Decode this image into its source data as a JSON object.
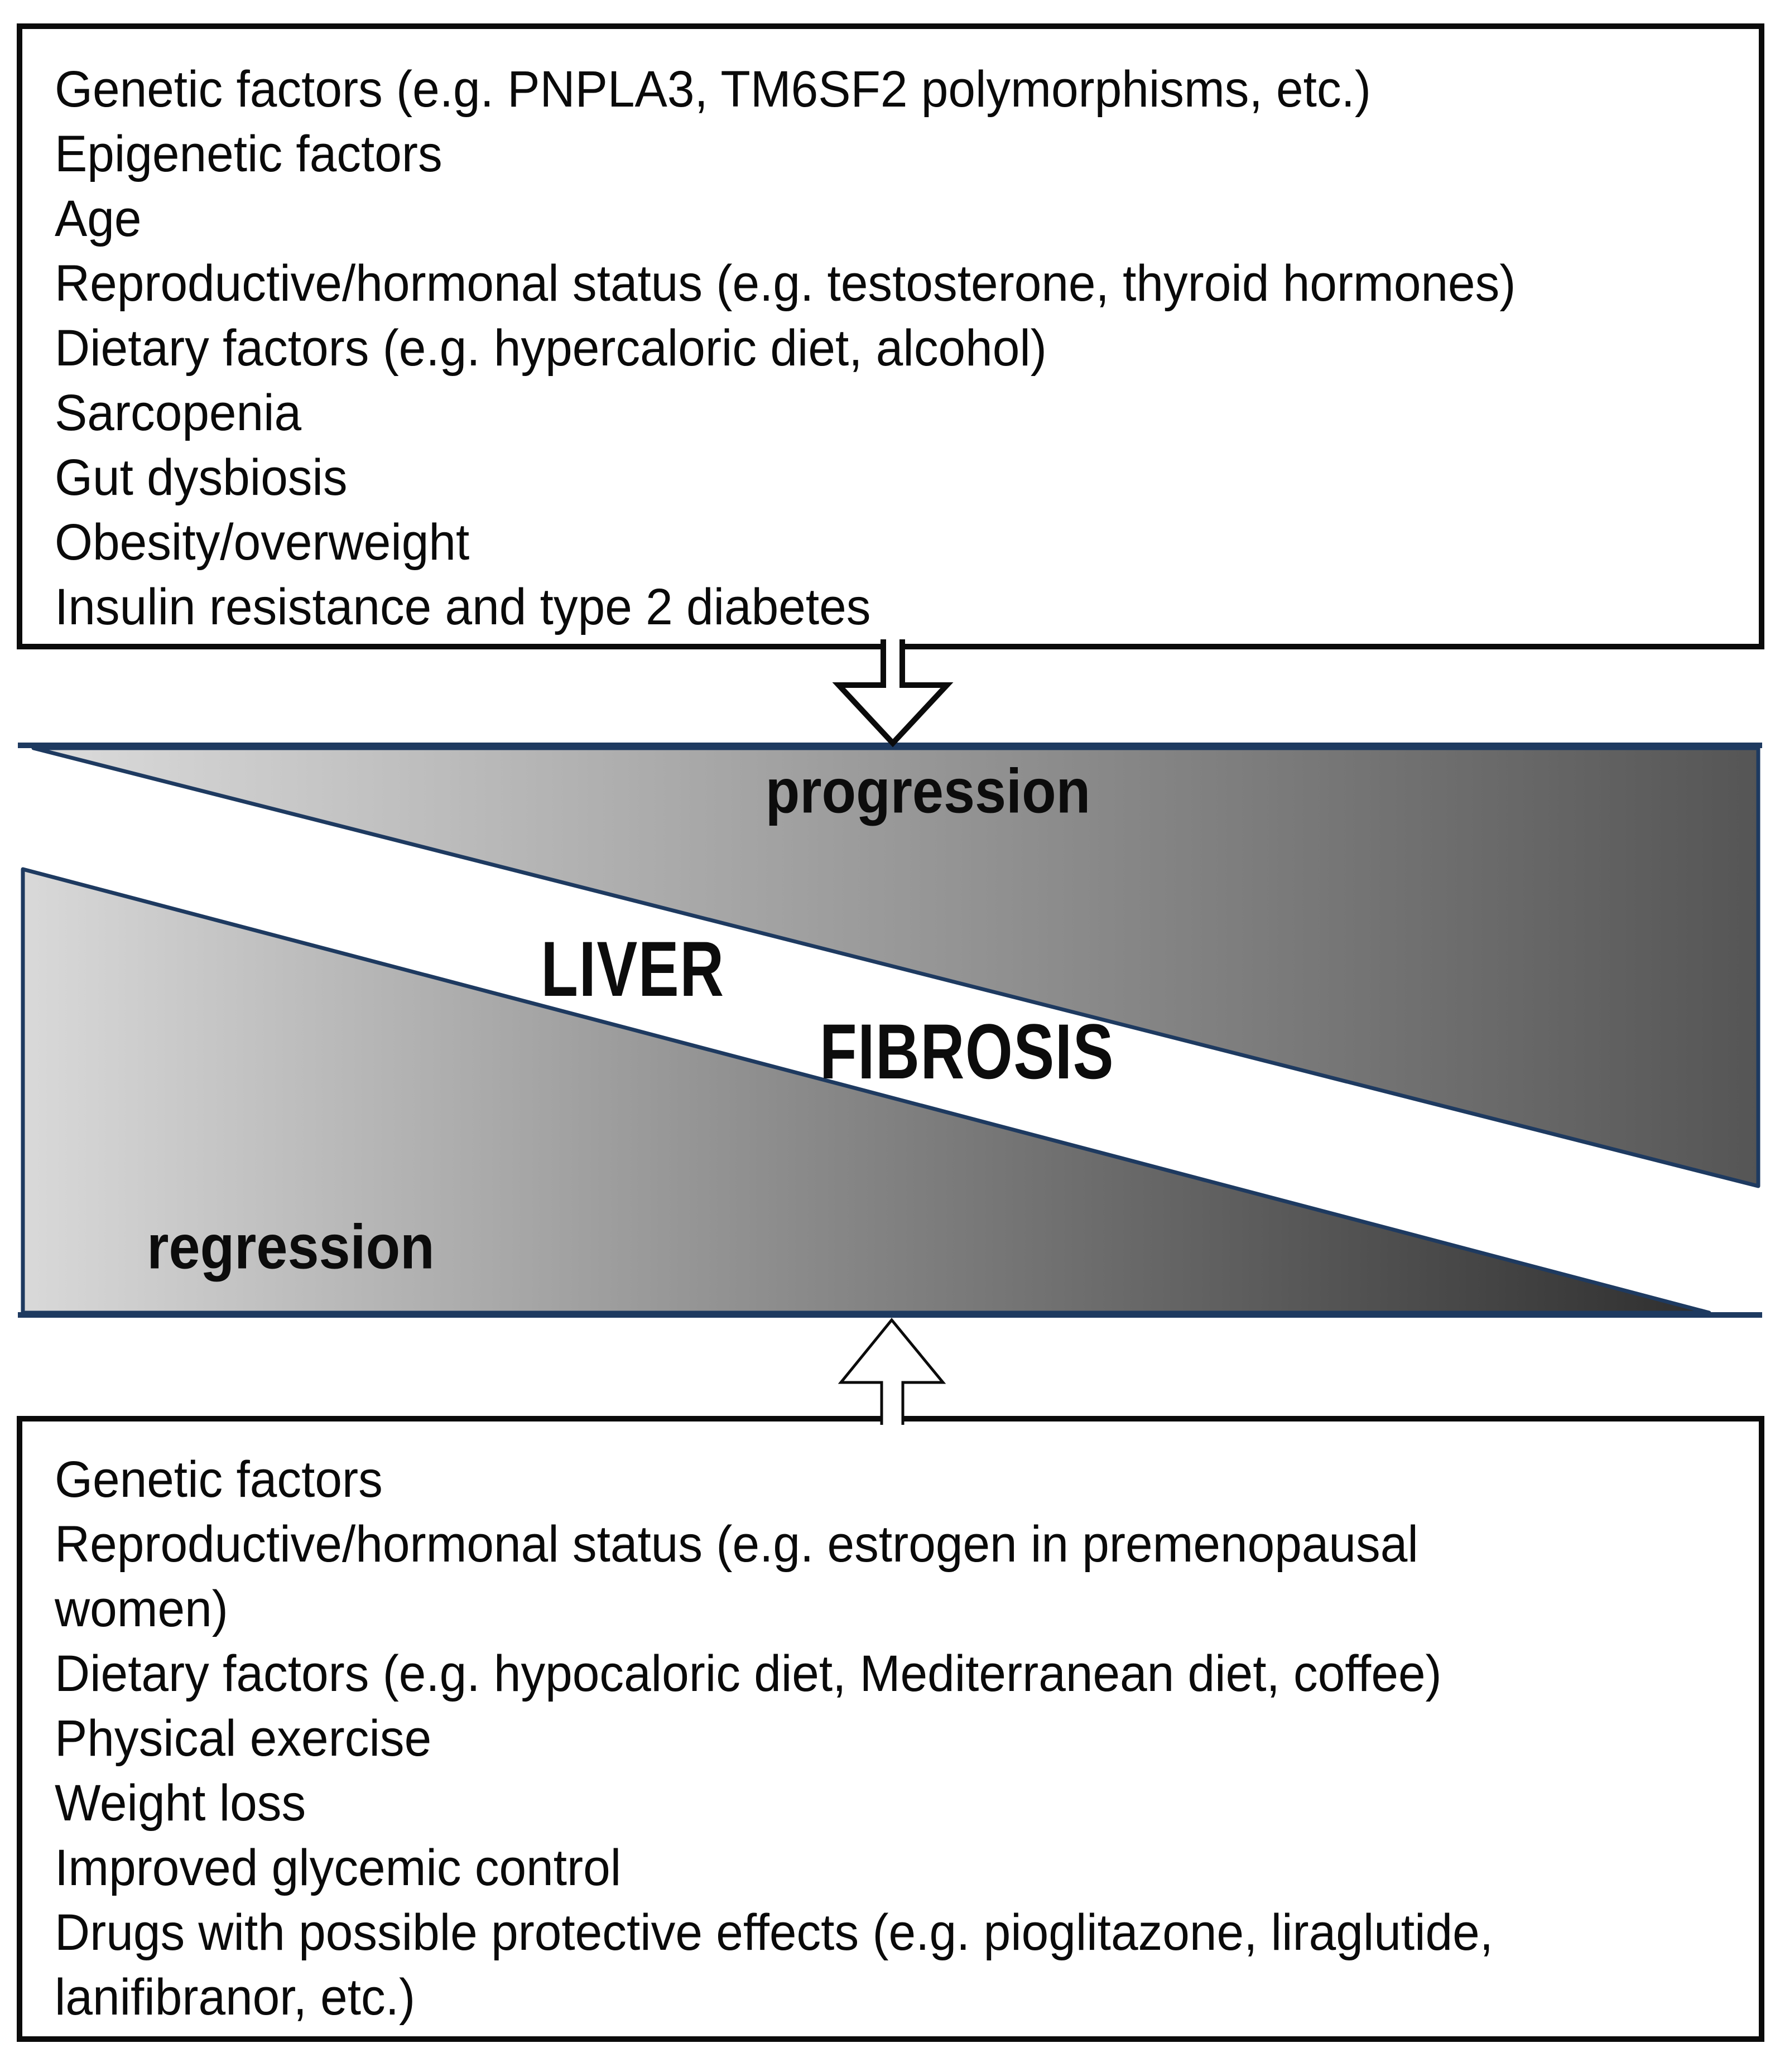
{
  "top_box": {
    "lines": [
      "Genetic factors (e.g. PNPLA3, TM6SF2 polymorphisms, etc.)",
      "Epigenetic factors",
      "Age",
      "Reproductive/hormonal status (e.g. testosterone, thyroid hormones)",
      "Dietary factors (e.g. hypercaloric diet, alcohol)",
      "Sarcopenia",
      "Gut dysbiosis",
      "Obesity/overweight",
      "Insulin resistance and type 2 diabetes"
    ]
  },
  "middle": {
    "progression_label": "progression",
    "band_label_line1": "LIVER",
    "band_label_line2": "FIBROSIS",
    "regression_label": "regression"
  },
  "bottom_box": {
    "lines": [
      "Genetic factors",
      "Reproductive/hormonal status (e.g. estrogen in premenopausal",
      "women)",
      "Dietary factors (e.g. hypocaloric diet, Mediterranean diet, coffee)",
      "Physical exercise",
      "Weight loss",
      "Improved glycemic control",
      "Drugs with possible protective effects (e.g. pioglitazone, liraglutide,",
      "lanifibranor, etc.)"
    ]
  },
  "icons": {
    "down_arrow": "down-block-arrow-icon",
    "up_arrow": "up-block-arrow-icon"
  },
  "colors": {
    "navy": "#1e3a60",
    "box_border": "#0b0b0b",
    "text": "#0a0a0a",
    "wedge_light": "#dcdcdc",
    "wedge_dark_progression": "#555555",
    "wedge_light_regression": "#d9d9d9",
    "wedge_dark_regression": "#2e2e2e",
    "band": "#ffffff"
  }
}
